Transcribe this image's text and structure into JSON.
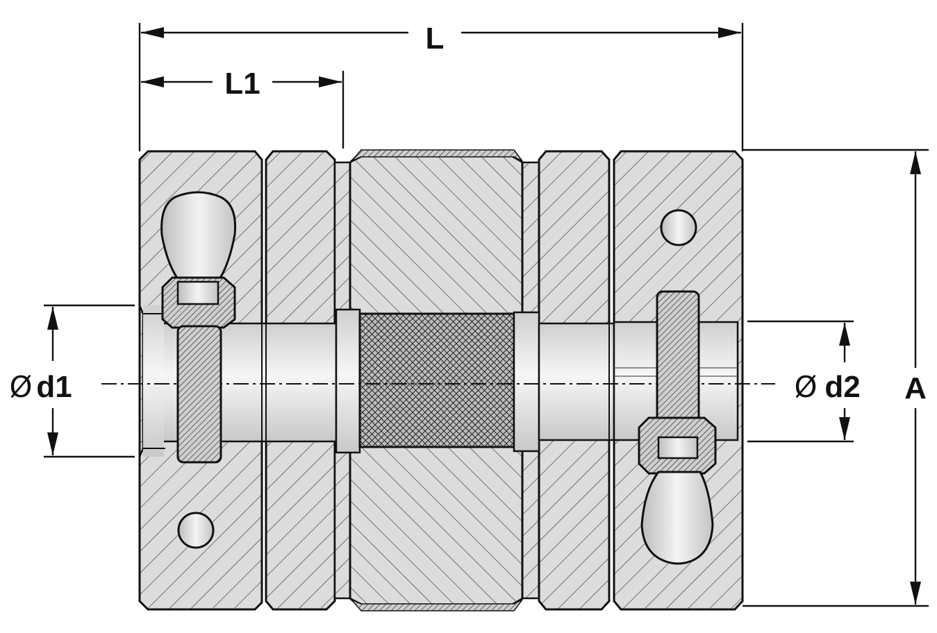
{
  "labels": {
    "L": "L",
    "L1": "L1",
    "d1_symbol": "Ø",
    "d1": "d1",
    "d2_symbol": "Ø",
    "d2": "d2",
    "A": "A"
  },
  "colors": {
    "line": "#111111",
    "section_fill": "#d8d8d8",
    "bore_fill": "#eeeeee",
    "hatch": "#333333"
  }
}
